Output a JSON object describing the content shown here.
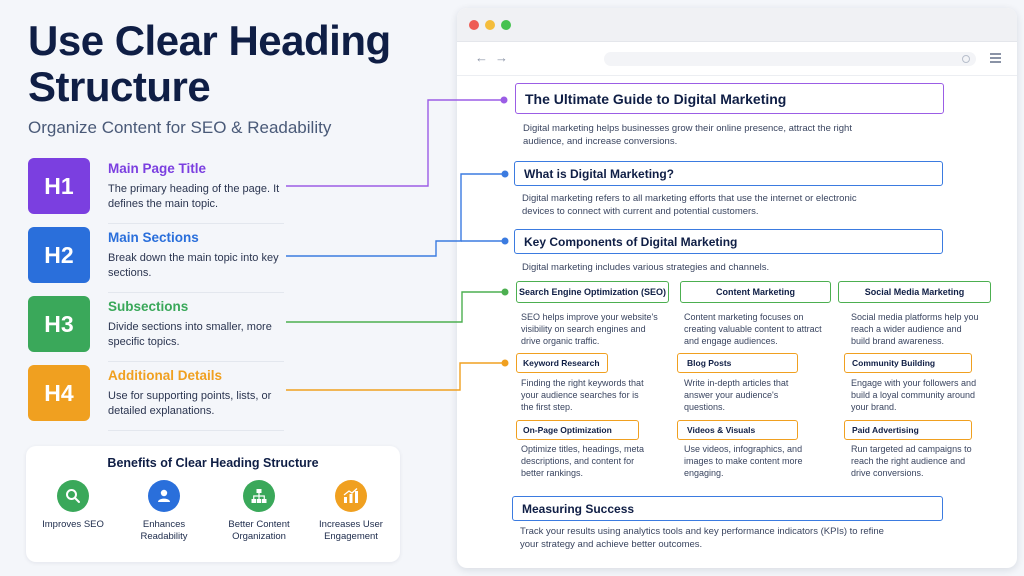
{
  "header": {
    "title": "Use Clear Heading Structure",
    "subtitle": "Organize Content for SEO & Readability"
  },
  "levels": [
    {
      "badge": "H1",
      "title": "Main Page Title",
      "desc": "The primary heading of the page. It defines the main topic.",
      "color": "#7b3fe0"
    },
    {
      "badge": "H2",
      "title": "Main Sections",
      "desc": "Break down the main topic into key sections.",
      "color": "#2a6fdb"
    },
    {
      "badge": "H3",
      "title": "Subsections",
      "desc": "Divide sections into smaller, more specific topics.",
      "color": "#3aa85a"
    },
    {
      "badge": "H4",
      "title": "Additional Details",
      "desc": "Use for supporting points, lists, or detailed explanations.",
      "color": "#f0a020"
    }
  ],
  "benefits": {
    "title": "Benefits of Clear Heading Structure",
    "items": [
      {
        "label": "Improves SEO",
        "icon": "search-icon",
        "color": "#3aa85a"
      },
      {
        "label": "Enhances Readability",
        "icon": "user-icon",
        "color": "#2a6fdb"
      },
      {
        "label": "Better Content Organization",
        "icon": "sitemap-icon",
        "color": "#3aa85a"
      },
      {
        "label": "Increases User Engagement",
        "icon": "chart-icon",
        "color": "#f0a020"
      }
    ]
  },
  "browser": {
    "h1": {
      "text": "The Ultimate Guide to Digital Marketing",
      "body": "Digital marketing helps businesses grow their online presence, attract the right audience, and increase conversions."
    },
    "h2a": {
      "text": "What is Digital Marketing?",
      "body": "Digital marketing refers to all marketing efforts that use the internet or electronic devices to connect with current and potential customers."
    },
    "h2b": {
      "text": "Key Components of Digital Marketing",
      "body": "Digital marketing includes various strategies and channels."
    },
    "h3": [
      {
        "text": "Search Engine Optimization (SEO)",
        "body": "SEO helps improve your website's visibility on search engines and drive organic traffic."
      },
      {
        "text": "Content Marketing",
        "body": "Content marketing focuses on creating valuable content to attract and engage audiences."
      },
      {
        "text": "Social Media Marketing",
        "body": "Social media platforms help you reach a wider audience and build brand awareness."
      }
    ],
    "h4": [
      {
        "text": "Keyword Research",
        "body": "Finding the right keywords that your audience searches for is the first step."
      },
      {
        "text": "Blog Posts",
        "body": "Write in-depth articles that answer your audience's questions."
      },
      {
        "text": "Community Building",
        "body": "Engage with your followers and build a loyal community around your brand."
      },
      {
        "text": "On-Page Optimization",
        "body": "Optimize titles, headings, meta descriptions, and content for better rankings."
      },
      {
        "text": "Videos & Visuals",
        "body": "Use videos, infographics, and images to make content more engaging."
      },
      {
        "text": "Paid Advertising",
        "body": "Run targeted ad campaigns to reach the right audience and drive conversions."
      }
    ],
    "h2c": {
      "text": "Measuring Success",
      "body": "Track your results using analytics tools and key performance indicators (KPIs) to refine your strategy and achieve better outcomes."
    }
  },
  "colors": {
    "h1": "#9b5de5",
    "h2": "#3b7be0",
    "h3": "#4caf50",
    "h4": "#f0a020"
  }
}
